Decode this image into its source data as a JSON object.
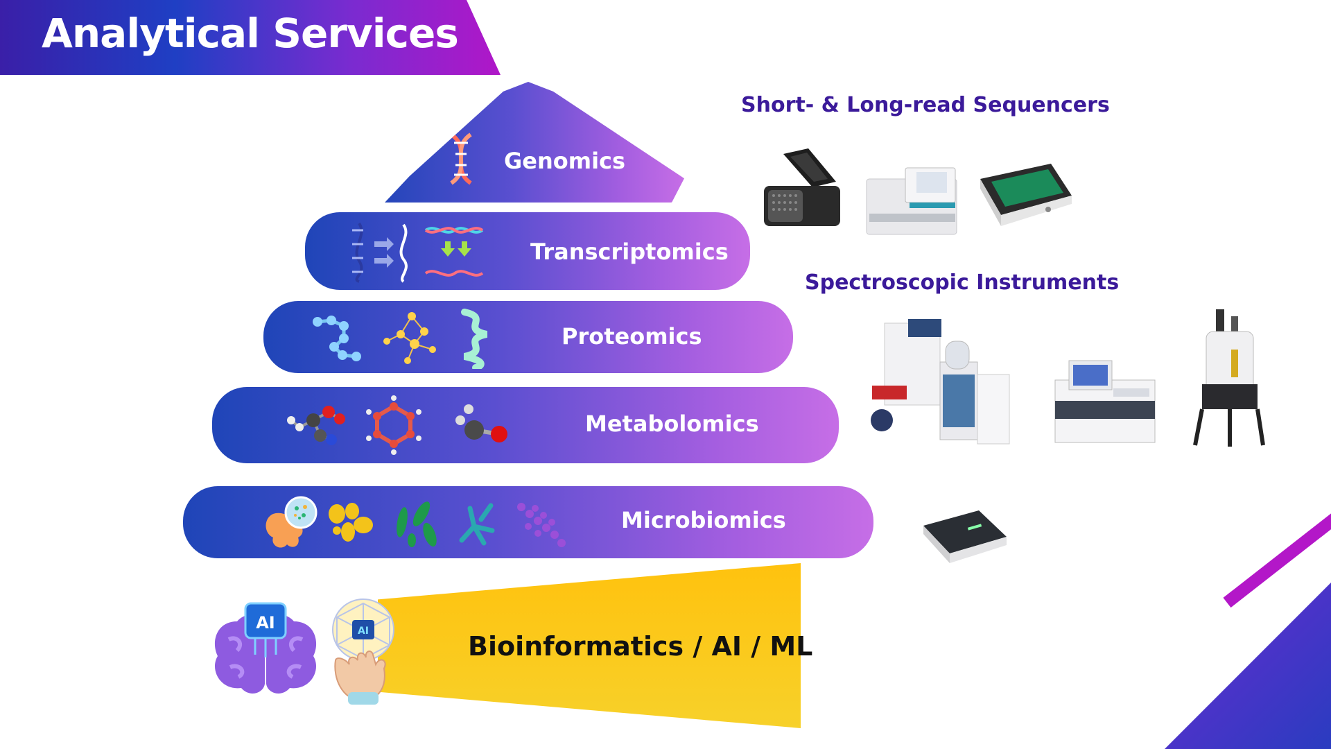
{
  "header": {
    "title": "Analytical Services"
  },
  "pyramid": {
    "tiers": [
      {
        "label": "Genomics"
      },
      {
        "label": "Transcriptomics"
      },
      {
        "label": "Proteomics"
      },
      {
        "label": "Metabolomics"
      },
      {
        "label": "Microbiomics"
      }
    ],
    "base": {
      "label": "Bioinformatics / AI / ML"
    },
    "ai_badge": "AI"
  },
  "instruments": {
    "sequencers_title": "Short- & Long-read Sequencers",
    "spectroscopic_title": "Spectroscopic Instruments"
  },
  "colors": {
    "banner_start": "#3a1fa8",
    "banner_end": "#b017c8",
    "tier_start": "#1f45b8",
    "tier_end": "#c66ee6",
    "base_yellow": "#ffc20e",
    "heading_purple": "#3b1a9a"
  }
}
